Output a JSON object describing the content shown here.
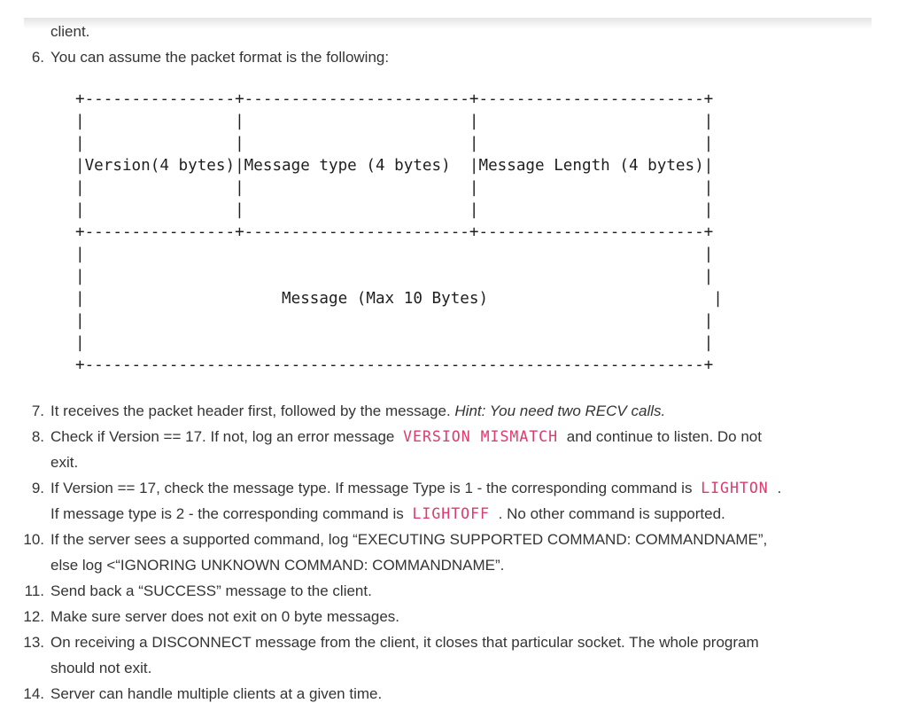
{
  "colors": {
    "body_text": "#343434",
    "diagram_text": "#1f1f1f",
    "inline_code": "#dd3a6d",
    "top_shadow": "#e4e4e4",
    "background": "#ffffff"
  },
  "document": {
    "continuation_line": "client.",
    "items": [
      {
        "number": "6.",
        "lines": [
          [
            {
              "type": "text",
              "text": "You can assume the packet format is the following:"
            }
          ]
        ],
        "has_diagram": true
      },
      {
        "number": "7.",
        "lines": [
          [
            {
              "type": "text",
              "text": "It receives the packet header first, followed by the message. "
            },
            {
              "type": "italic",
              "text": "Hint: You need two RECV calls."
            }
          ]
        ]
      },
      {
        "number": "8.",
        "lines": [
          [
            {
              "type": "text",
              "text": "Check if Version == 17. If not, log an error message "
            },
            {
              "type": "code",
              "text": "VERSION MISMATCH"
            },
            {
              "type": "text",
              "text": " and continue to listen. Do not"
            }
          ],
          [
            {
              "type": "text",
              "text": "exit."
            }
          ]
        ]
      },
      {
        "number": "9.",
        "lines": [
          [
            {
              "type": "text",
              "text": "If Version == 17, check the message type. If message Type is 1 - the corresponding command is "
            },
            {
              "type": "code",
              "text": "LIGHTON"
            },
            {
              "type": "text",
              "text": " ."
            }
          ],
          [
            {
              "type": "text",
              "text": "If message type is 2 - the corresponding command is "
            },
            {
              "type": "code",
              "text": "LIGHTOFF"
            },
            {
              "type": "text",
              "text": " . No other command is supported."
            }
          ]
        ]
      },
      {
        "number": "10.",
        "lines": [
          [
            {
              "type": "text",
              "text": "If the server sees a supported command, log “EXECUTING SUPPORTED COMMAND: COMMANDNAME”,"
            }
          ],
          [
            {
              "type": "text",
              "text": "else log <“IGNORING UNKNOWN COMMAND: COMMANDNAME”."
            }
          ]
        ]
      },
      {
        "number": "11.",
        "lines": [
          [
            {
              "type": "text",
              "text": "Send back a “SUCCESS” message to the client."
            }
          ]
        ]
      },
      {
        "number": "12.",
        "lines": [
          [
            {
              "type": "text",
              "text": "Make sure server does not exit on 0 byte messages."
            }
          ]
        ]
      },
      {
        "number": "13.",
        "lines": [
          [
            {
              "type": "text",
              "text": "On receiving a DISCONNECT message from the client, it closes that particular socket. The whole program"
            }
          ],
          [
            {
              "type": "text",
              "text": "should not exit."
            }
          ]
        ]
      },
      {
        "number": "14.",
        "lines": [
          [
            {
              "type": "text",
              "text": "Server can handle multiple clients at a given time."
            }
          ]
        ]
      }
    ],
    "packet_diagram": {
      "lines": [
        "+----------------+------------------------+------------------------+",
        "|                |                        |                        |",
        "|                |                        |                        |",
        "|Version(4 bytes)|Message type (4 bytes)  |Message Length (4 bytes)|",
        "|                |                        |                        |",
        "|                |                        |                        |",
        "+----------------+------------------------+------------------------+",
        "|                                                                  |",
        "|                                                                  |",
        "|                     Message (Max 10 Bytes)                        |",
        "|                                                                  |",
        "|                                                                  |",
        "+------------------------------------------------------------------+"
      ]
    }
  }
}
